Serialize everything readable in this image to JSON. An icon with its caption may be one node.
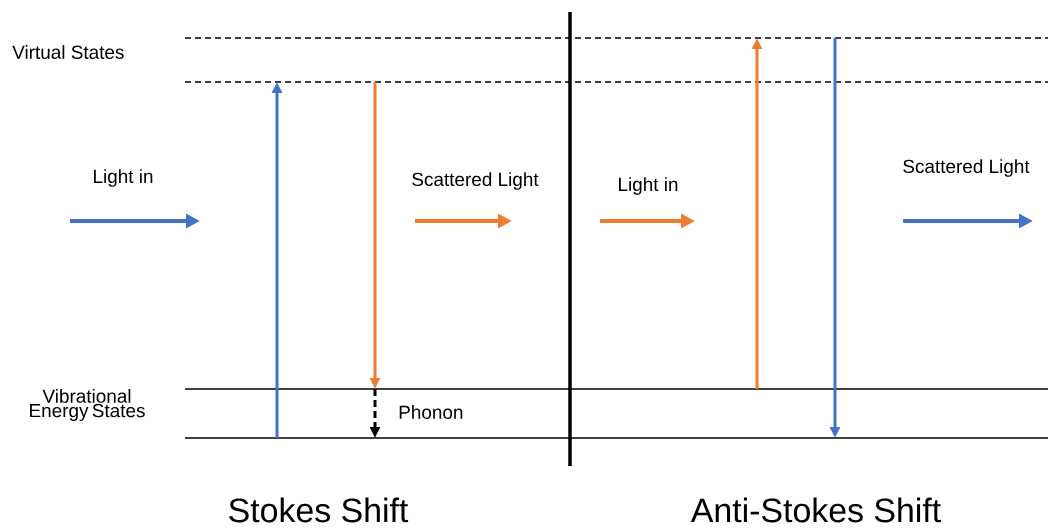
{
  "diagram": {
    "labels": [
      "Virtual States",
      "Vibrational Energy States",
      "Light in",
      "Scattered Light",
      "Phonon",
      "Light in",
      "Scattered Light",
      "Stokes Shift",
      "Anti-Stokes Shift"
    ]
  }
}
